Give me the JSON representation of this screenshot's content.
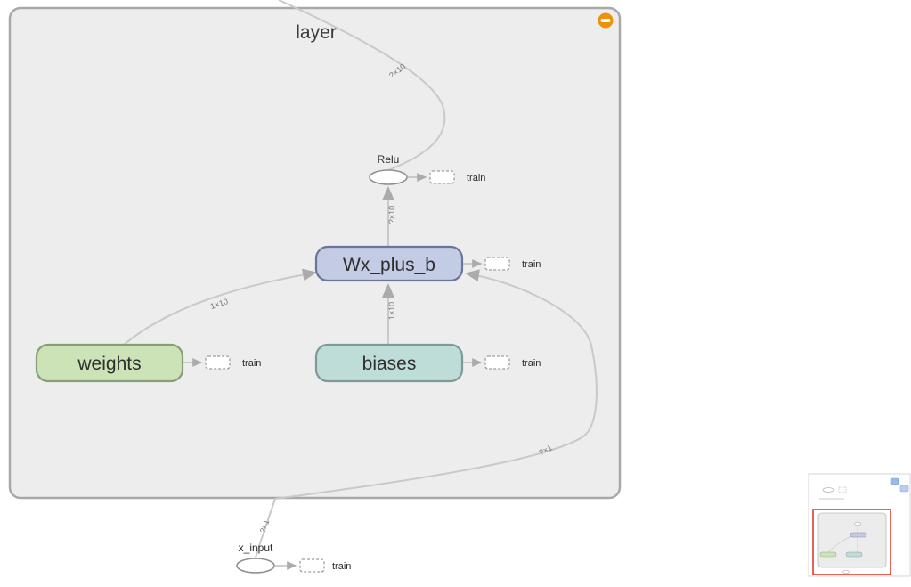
{
  "graph": {
    "layer_group": {
      "title": "layer",
      "fill": "#ededed",
      "border": "#a8a8a8",
      "collapse_button_color": "#ef9009"
    },
    "nodes": {
      "relu": {
        "label": "Relu",
        "fill": "#ffffff"
      },
      "wx_plus_b": {
        "label": "Wx_plus_b",
        "fill": "#c3cbe5",
        "border": "#6a7599"
      },
      "weights": {
        "label": "weights",
        "fill": "#cbe3b6",
        "border": "#879e78"
      },
      "biases": {
        "label": "biases",
        "fill": "#bedcd8",
        "border": "#7d9a96"
      },
      "x_input": {
        "label": "x_input",
        "fill": "#ffffff"
      }
    },
    "train_node": {
      "label": "train"
    },
    "edge_labels": {
      "relu_output": "?×10",
      "wx_plus_b_to_relu": "?×10",
      "weights_to_wx_plus_b": "1×10",
      "biases_to_wx_plus_b": "1×10",
      "x_input_to_wx_plus_b": "?×1",
      "x_input_output": "?×1"
    }
  },
  "minimap": {
    "viewport_border_color": "#e03c31"
  }
}
